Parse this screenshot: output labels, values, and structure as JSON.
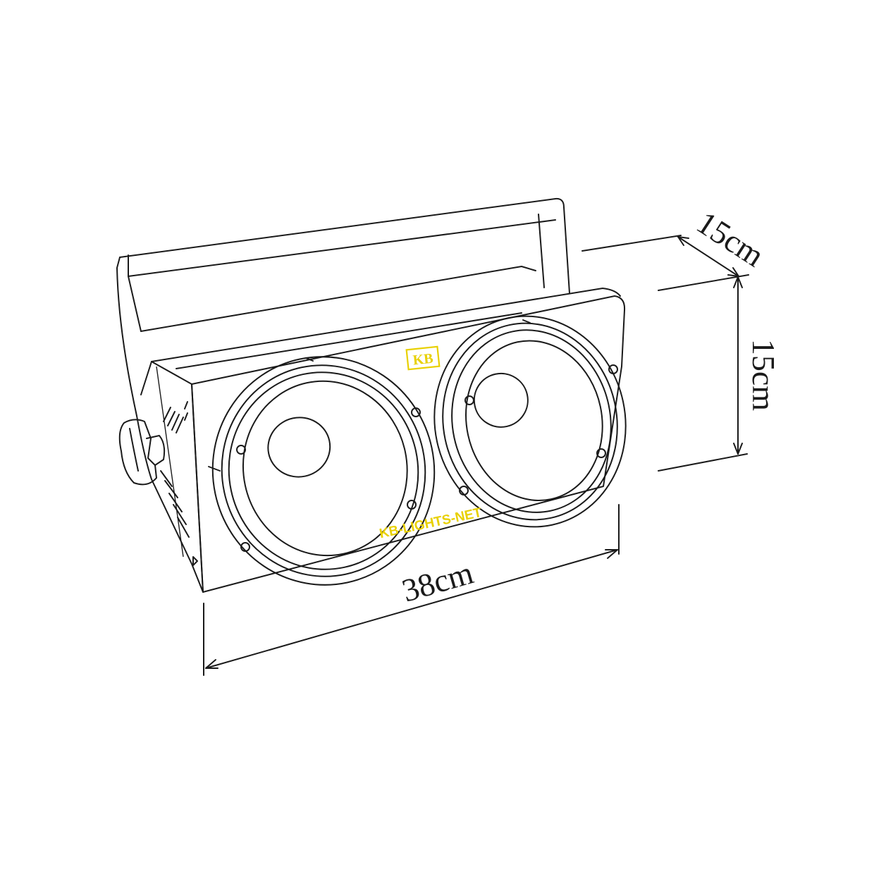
{
  "dimensions": {
    "width": "38cm",
    "height": "15cm",
    "depth": "15cm"
  },
  "brand": {
    "logo": "KB",
    "watermark": "KB-LIGHTS-NET",
    "color": "#e8d000"
  },
  "line_color": "#1a1a1a"
}
